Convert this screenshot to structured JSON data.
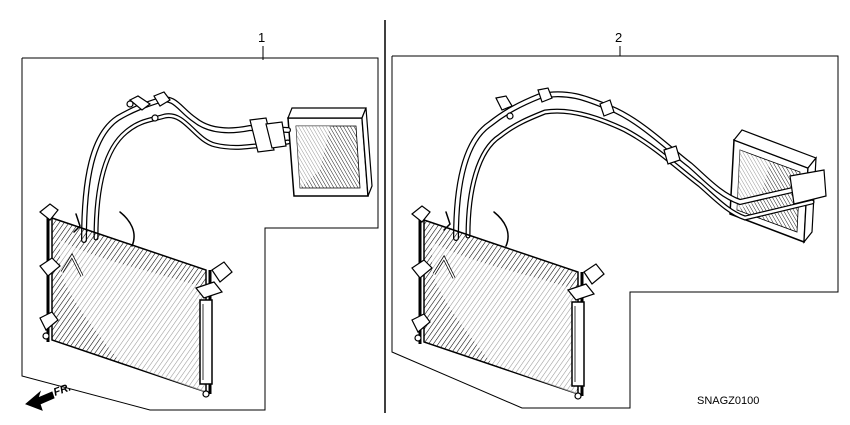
{
  "diagram": {
    "callouts": [
      {
        "id": "kit-1",
        "label": "1"
      },
      {
        "id": "kit-2",
        "label": "2"
      }
    ],
    "direction_marker": "FR.",
    "drawing_code": "SNAGZ0100",
    "colors": {
      "ink": "#000000",
      "paper": "#ffffff"
    }
  }
}
